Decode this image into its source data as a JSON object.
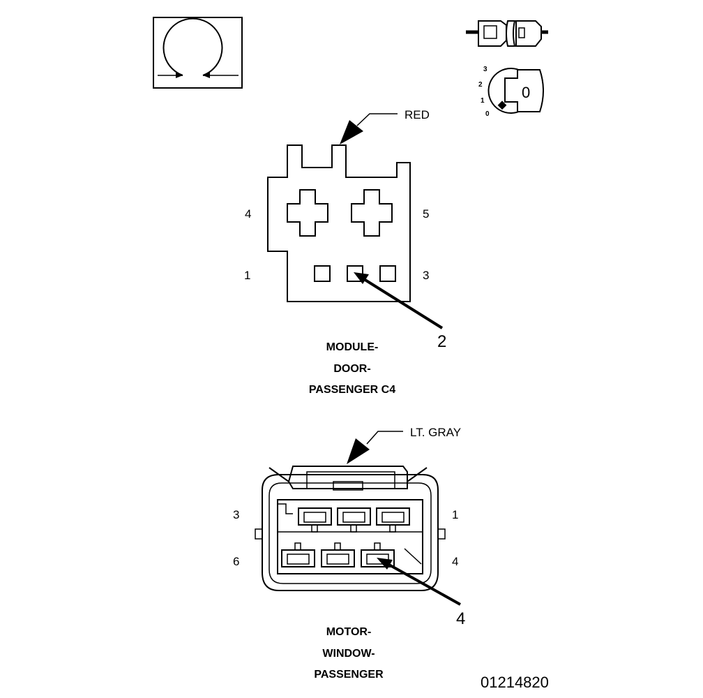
{
  "top_connector": {
    "color_callout": "RED",
    "pin_labels": {
      "top_left": "4",
      "top_right": "5",
      "bottom_left": "1",
      "bottom_right": "3"
    },
    "callout_number": "2",
    "caption_lines": [
      "MODULE-",
      "DOOR-",
      "PASSENGER C4"
    ]
  },
  "bottom_connector": {
    "color_callout": "LT. GRAY",
    "pin_labels": {
      "top_left": "3",
      "top_right": "1",
      "bottom_left": "6",
      "bottom_right": "4"
    },
    "callout_number": "4",
    "caption_lines": [
      "MOTOR-",
      "WINDOW-",
      "PASSENGER"
    ]
  },
  "key_switch": {
    "positions": [
      "3",
      "2",
      "1",
      "0"
    ],
    "key_label": "0"
  },
  "figure_id": "01214820"
}
